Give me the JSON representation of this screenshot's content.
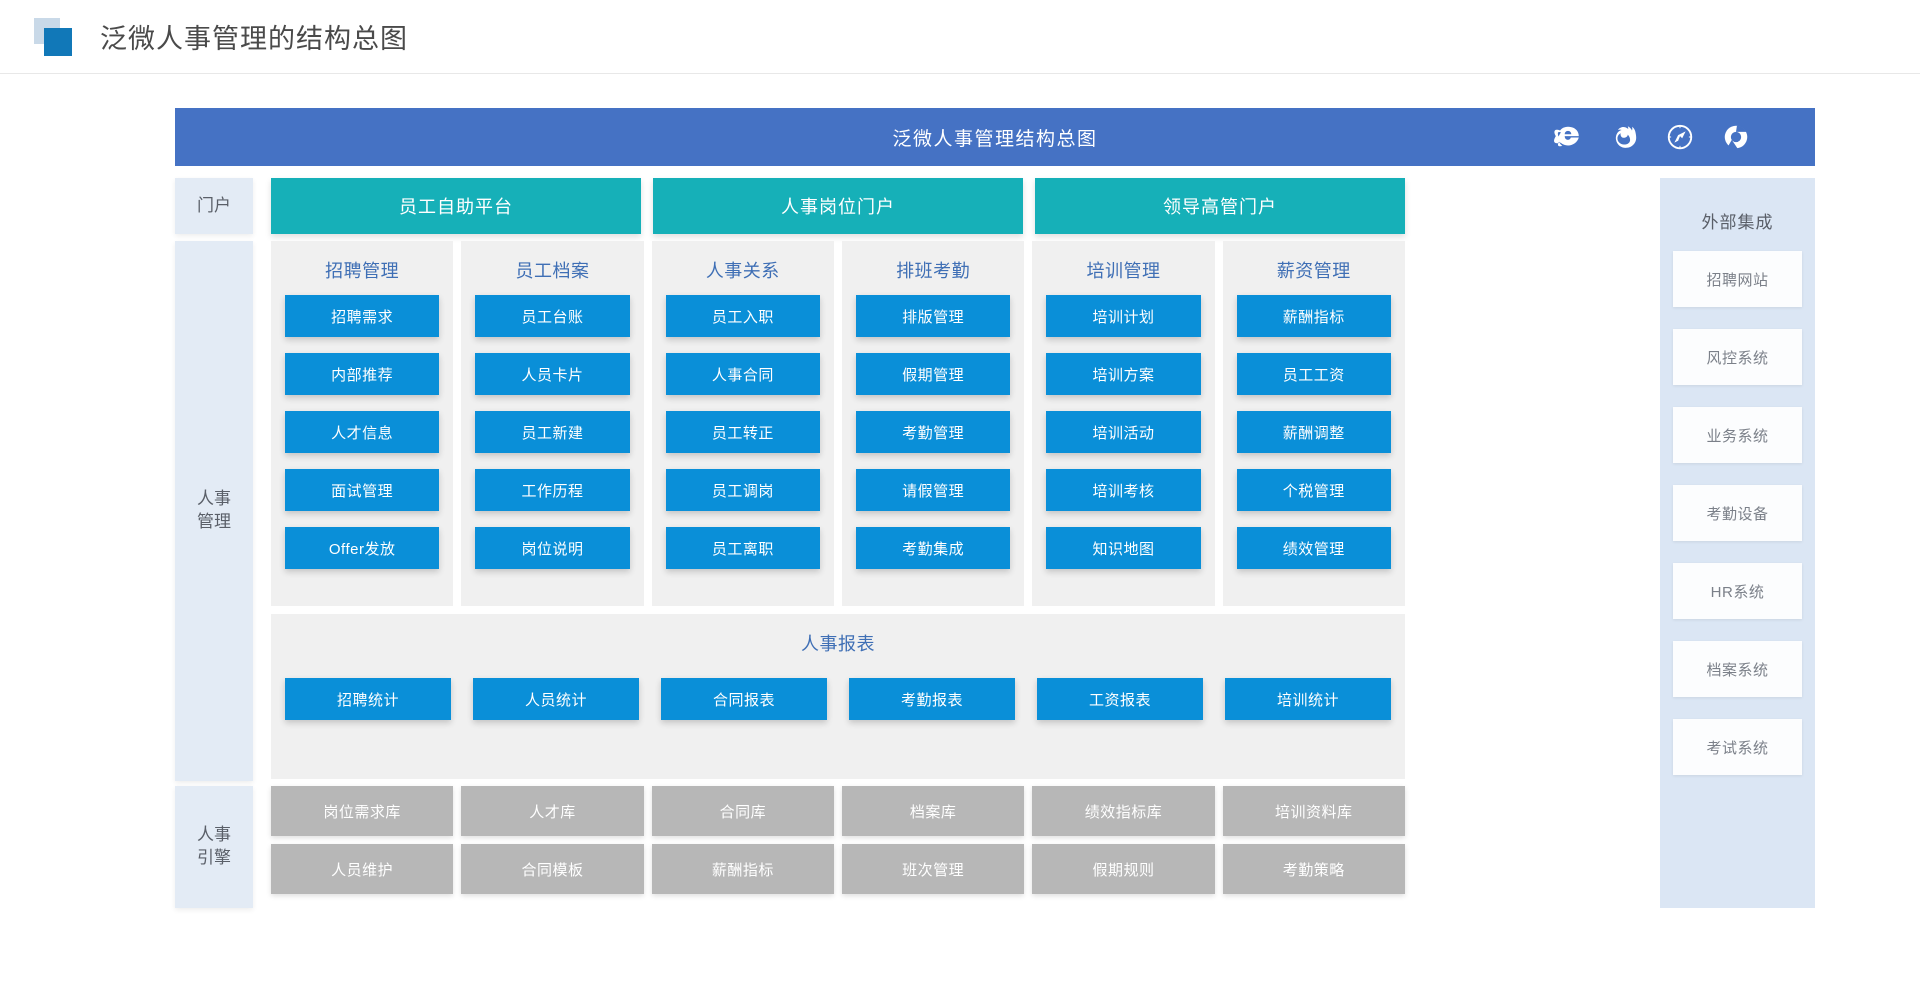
{
  "header": {
    "title": "泛微人事管理的结构总图",
    "logo_icon": "two-squares-logo-icon"
  },
  "banner": {
    "title": "泛微人事管理结构总图",
    "background_color": "#4572c4",
    "browser_icons": [
      {
        "name": "internet-explorer-icon",
        "label": "Internet Explorer"
      },
      {
        "name": "firefox-icon",
        "label": "Firefox"
      },
      {
        "name": "safari-icon",
        "label": "Safari"
      },
      {
        "name": "chrome-icon",
        "label": "Chrome"
      }
    ]
  },
  "rails": {
    "portal": "门户",
    "hr_management_line1": "人事",
    "hr_management_line2": "管理",
    "engine_line1": "人事",
    "engine_line2": "引擎"
  },
  "portals": {
    "accent_color": "#16b0b8",
    "items": [
      {
        "label": "员工自助平台"
      },
      {
        "label": "人事岗位门户"
      },
      {
        "label": "领导高管门户"
      }
    ]
  },
  "modules": {
    "tile_color": "#0a8fd8",
    "title_color": "#3f6fb5",
    "columns": [
      {
        "title": "招聘管理",
        "tiles": [
          {
            "label": "招聘需求"
          },
          {
            "label": "内部推荐"
          },
          {
            "label": "人才信息"
          },
          {
            "label": "面试管理"
          },
          {
            "label": "Offer发放"
          }
        ]
      },
      {
        "title": "员工档案",
        "tiles": [
          {
            "label": "员工台账"
          },
          {
            "label": "人员卡片"
          },
          {
            "label": "员工新建"
          },
          {
            "label": "工作历程"
          },
          {
            "label": "岗位说明"
          }
        ]
      },
      {
        "title": "人事关系",
        "tiles": [
          {
            "label": "员工入职"
          },
          {
            "label": "人事合同"
          },
          {
            "label": "员工转正"
          },
          {
            "label": "员工调岗"
          },
          {
            "label": "员工离职"
          }
        ]
      },
      {
        "title": "排班考勤",
        "tiles": [
          {
            "label": "排版管理"
          },
          {
            "label": "假期管理"
          },
          {
            "label": "考勤管理"
          },
          {
            "label": "请假管理"
          },
          {
            "label": "考勤集成"
          }
        ]
      },
      {
        "title": "培训管理",
        "tiles": [
          {
            "label": "培训计划"
          },
          {
            "label": "培训方案"
          },
          {
            "label": "培训活动"
          },
          {
            "label": "培训考核"
          },
          {
            "label": "知识地图"
          }
        ]
      },
      {
        "title": "薪资管理",
        "tiles": [
          {
            "label": "薪酬指标"
          },
          {
            "label": "员工工资"
          },
          {
            "label": "薪酬调整"
          },
          {
            "label": "个税管理"
          },
          {
            "label": "绩效管理"
          }
        ]
      }
    ]
  },
  "reports": {
    "title": "人事报表",
    "tiles": [
      {
        "label": "招聘统计"
      },
      {
        "label": "人员统计"
      },
      {
        "label": "合同报表"
      },
      {
        "label": "考勤报表"
      },
      {
        "label": "工资报表"
      },
      {
        "label": "培训统计"
      }
    ]
  },
  "engine": {
    "tile_color": "#b7b7b7",
    "row1": [
      {
        "label": "岗位需求库"
      },
      {
        "label": "人才库"
      },
      {
        "label": "合同库"
      },
      {
        "label": "档案库"
      },
      {
        "label": "绩效指标库"
      },
      {
        "label": "培训资料库"
      }
    ],
    "row2": [
      {
        "label": "人员维护"
      },
      {
        "label": "合同模板"
      },
      {
        "label": "薪酬指标"
      },
      {
        "label": "班次管理"
      },
      {
        "label": "假期规则"
      },
      {
        "label": "考勤策略"
      }
    ]
  },
  "integration": {
    "title": "外部集成",
    "background_color": "#dbe6f4",
    "items": [
      {
        "label": "招聘网站"
      },
      {
        "label": "风控系统"
      },
      {
        "label": "业务系统"
      },
      {
        "label": "考勤设备"
      },
      {
        "label": "HR系统"
      },
      {
        "label": "档案系统"
      },
      {
        "label": "考试系统"
      }
    ]
  }
}
